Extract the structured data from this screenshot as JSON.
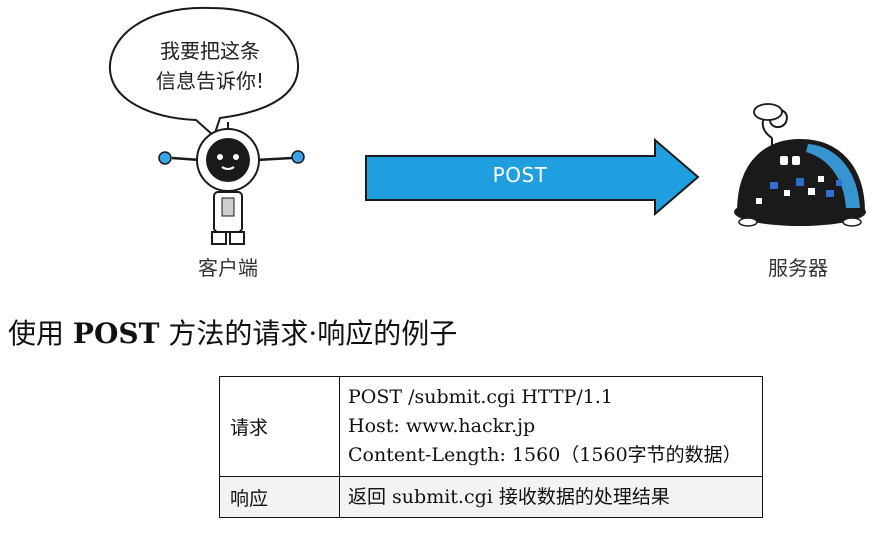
{
  "bubble": {
    "line1": "我要把这条",
    "line2": "信息告诉你!"
  },
  "client_label": "客户端",
  "server_label": "服务器",
  "arrow_label": "POST",
  "caption": {
    "prefix": "使用 ",
    "method": "POST",
    "suffix": " 方法的请求·响应的例子"
  },
  "table": {
    "request_header": "请求",
    "request_lines": [
      "POST /submit.cgi HTTP/1.1",
      "Host: www.hackr.jp",
      "Content-Length: 1560（1560字节的数据）"
    ],
    "response_header": "响应",
    "response_text": "返回 submit.cgi 接收数据的处理结果"
  },
  "colors": {
    "arrow": "#1f9fe0",
    "arrow_outline": "#1a1a1a",
    "robot_face": "#1a1a1a",
    "server_dome": "#1a1a1a",
    "server_screen": "#2f6fd0",
    "accent_blue": "#3aa3e6",
    "response_row_bg": "#f3f3f3"
  }
}
